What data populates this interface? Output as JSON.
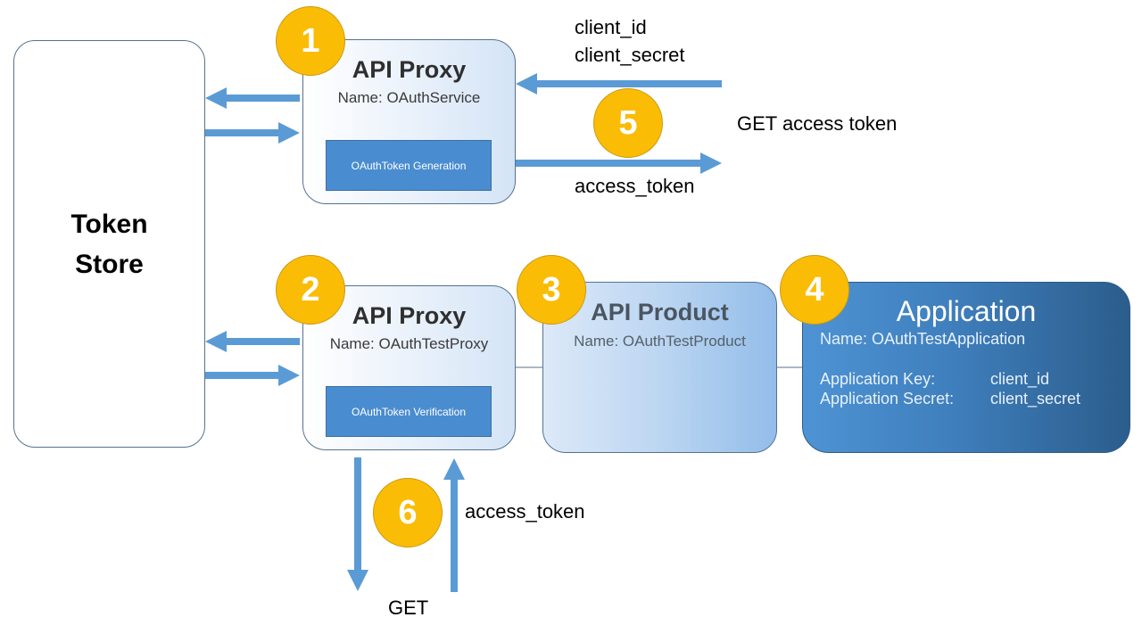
{
  "token_store": {
    "line1": "Token",
    "line2": "Store"
  },
  "proxy1": {
    "badge": "1",
    "title": "API Proxy",
    "name": "Name: OAuthService",
    "policy": "OAuthToken  Generation"
  },
  "proxy2": {
    "badge": "2",
    "title": "API Proxy",
    "name": "Name: OAuthTestProxy",
    "policy": "OAuthToken  Verification"
  },
  "product": {
    "badge": "3",
    "title": "API Product",
    "name": "Name: OAuthTestProduct"
  },
  "application": {
    "badge": "4",
    "title": "Application",
    "name": "Name: OAuthTestApplication",
    "key_label": "Application Key:",
    "key_value": "client_id",
    "secret_label": "Application Secret:",
    "secret_value": "client_secret"
  },
  "flow5": {
    "badge": "5",
    "request_line1": "client_id",
    "request_line2": "client_secret",
    "caption": "GET access token",
    "response": "access_token"
  },
  "flow6": {
    "badge": "6",
    "request": "GET",
    "response": "access_token"
  },
  "colors": {
    "arrow": "#5b9bd5",
    "badge": "#fbbc05",
    "connector": "#56728f"
  }
}
